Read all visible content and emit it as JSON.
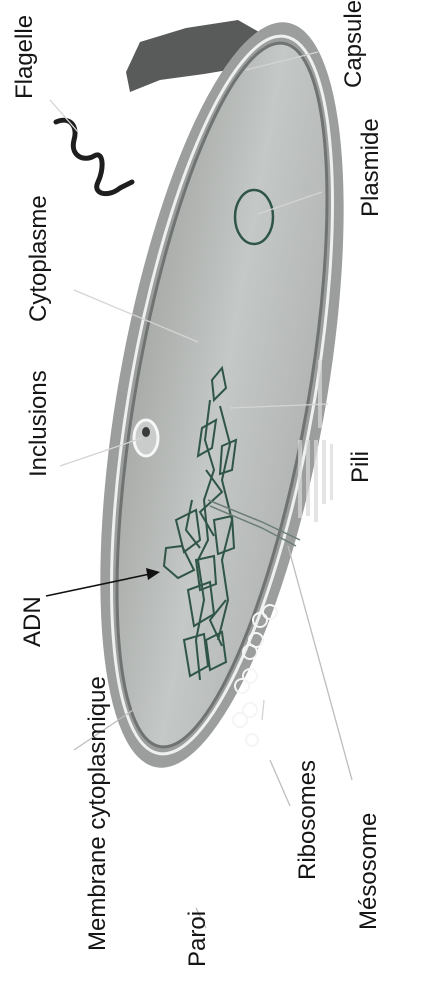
{
  "labels": {
    "flagelle": "Flagelle",
    "capsule": "Capsule",
    "plasmide": "Plasmide",
    "cytoplasme": "Cytoplasme",
    "inclusions": "Inclusions",
    "adn": "ADN",
    "pili": "Pili",
    "membrane": "Membrane cytoplasmique",
    "ribosomes": "Ribosomes",
    "mesosome": "Mésosome",
    "paroi": "Paroi"
  }
}
